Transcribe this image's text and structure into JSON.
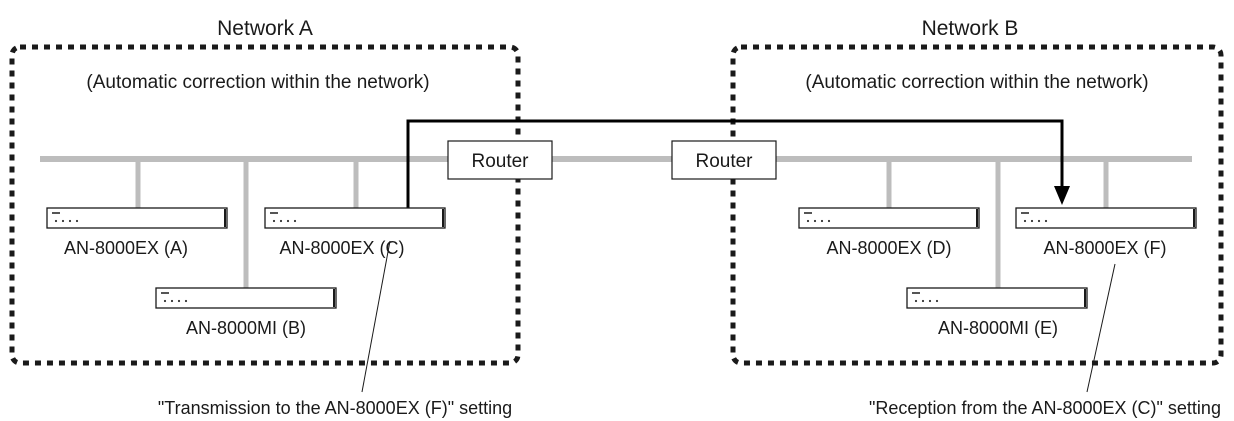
{
  "networks": [
    {
      "title": "Network A",
      "note": "(Automatic correction within the network)"
    },
    {
      "title": "Network B",
      "note": "(Automatic correction within the network)"
    }
  ],
  "routers": [
    {
      "label": "Router"
    },
    {
      "label": "Router"
    }
  ],
  "devices": [
    {
      "label": "AN-8000EX (A)"
    },
    {
      "label": "AN-8000MI (B)"
    },
    {
      "label": "AN-8000EX (C)"
    },
    {
      "label": "AN-8000EX (D)"
    },
    {
      "label": "AN-8000MI (E)"
    },
    {
      "label": "AN-8000EX (F)"
    }
  ],
  "captions": {
    "left": "\"Transmission to the AN-8000EX (F)\" setting",
    "right": "\"Reception from the AN-8000EX (C)\" setting"
  },
  "colors": {
    "bus": "#bdbdbd",
    "line": "#000000",
    "border": "#1a1a1a"
  }
}
